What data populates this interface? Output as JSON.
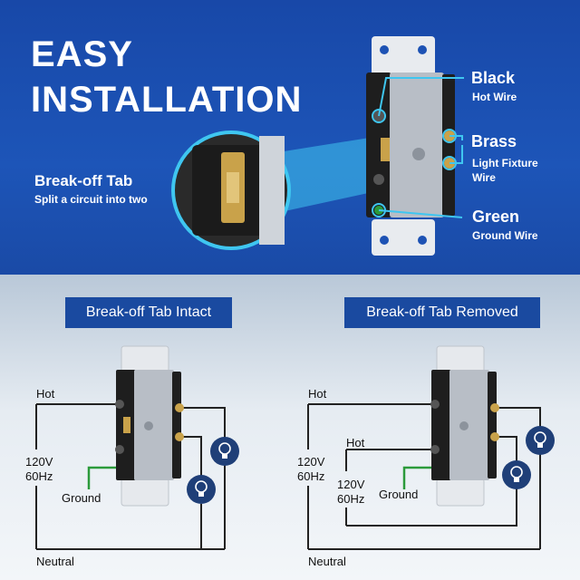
{
  "headline": {
    "line1": "EASY",
    "line2": "INSTALLATION"
  },
  "callouts": {
    "black": {
      "title": "Black",
      "sub": "Hot Wire"
    },
    "brass": {
      "title": "Brass",
      "sub1": "Light Fixture",
      "sub2": "Wire"
    },
    "green": {
      "title": "Green",
      "sub": "Ground Wire"
    },
    "tab": {
      "title": "Break-off Tab",
      "sub": "Split a circuit into two"
    }
  },
  "diagrams": {
    "left": {
      "label": "Break-off Tab Intact",
      "hot": "Hot",
      "voltage": "120V",
      "freq": "60Hz",
      "ground": "Ground",
      "neutral": "Neutral"
    },
    "right": {
      "label": "Break-off Tab Removed",
      "hot": "Hot",
      "hot2": "Hot",
      "voltage": "120V",
      "freq": "60Hz",
      "voltage2": "120V",
      "freq2": "60Hz",
      "ground": "Ground",
      "neutral": "Neutral"
    }
  },
  "colors": {
    "banner_blue": "#1d52b4",
    "pill_blue": "#1a4aa0",
    "cyan": "#3fc6f0",
    "bulb_navy": "#1f3f78",
    "brass": "#c9a24a",
    "ground_green": "#2b9a3a"
  }
}
